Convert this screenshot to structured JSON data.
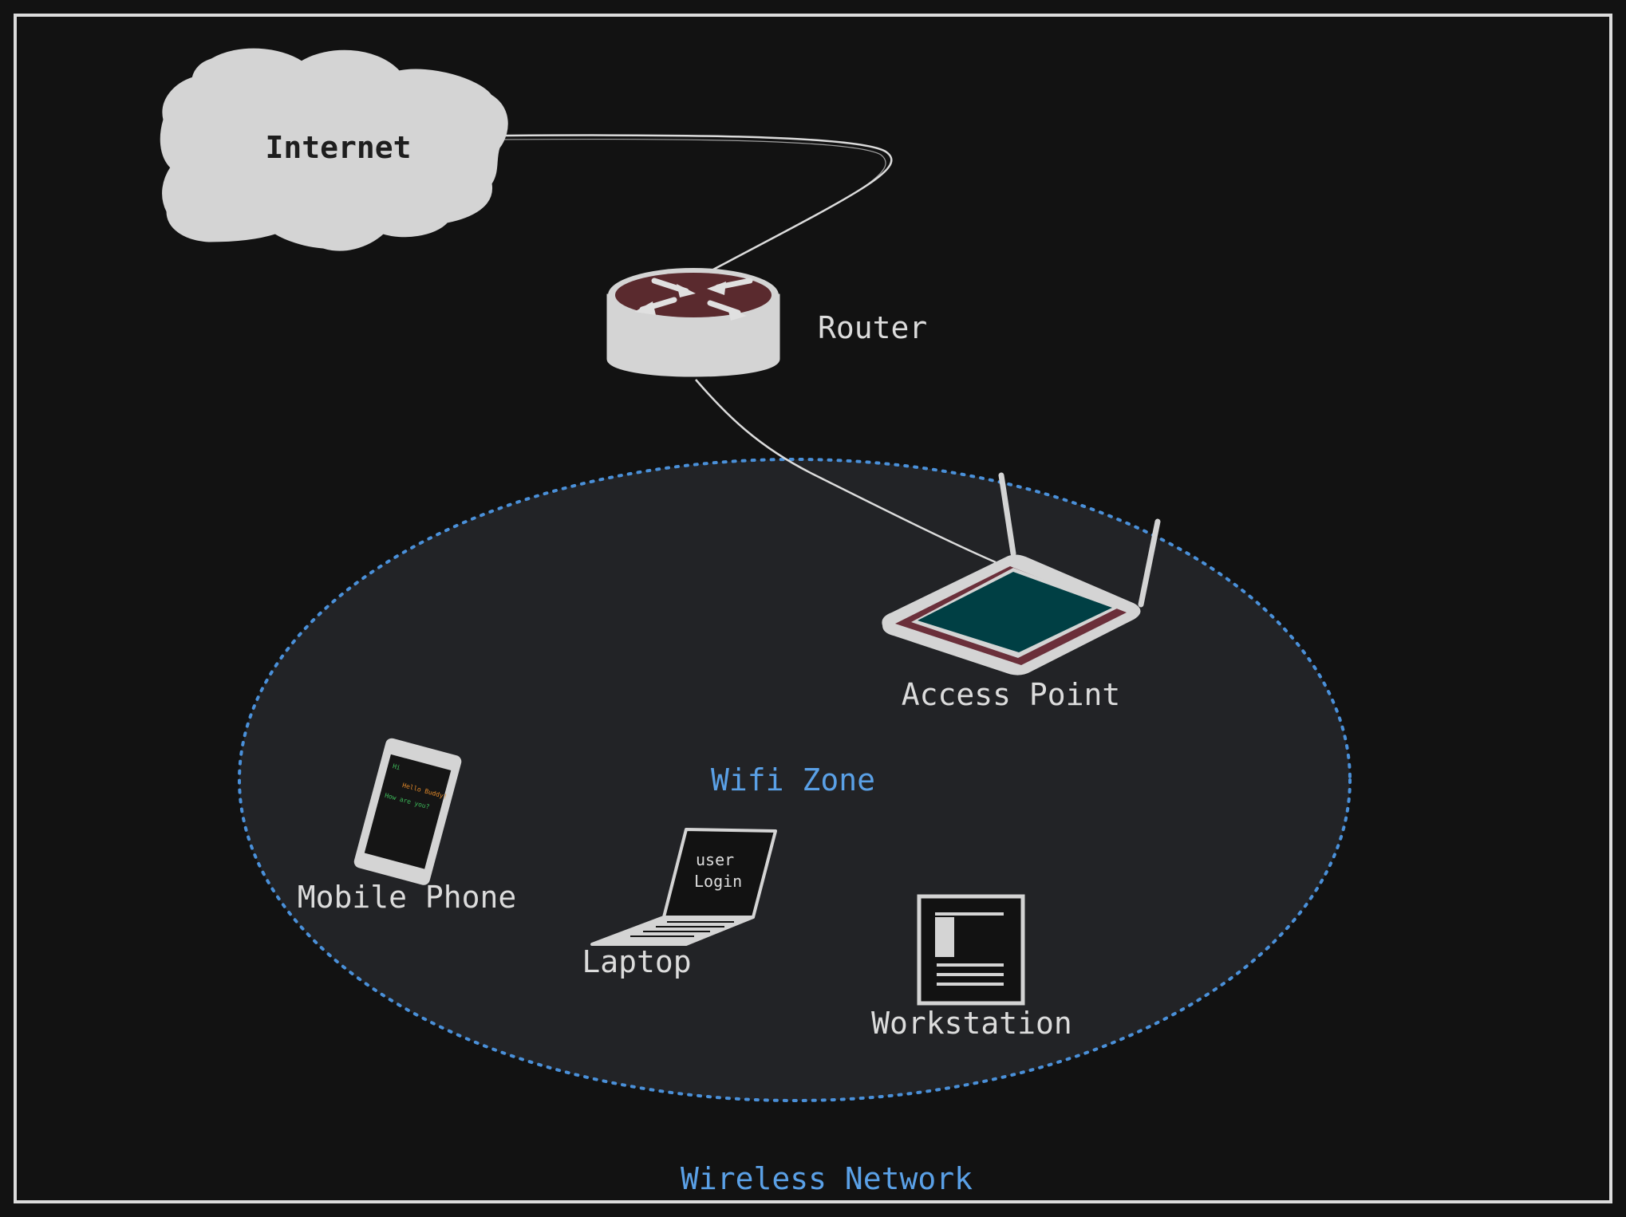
{
  "colors": {
    "background": "#121212",
    "frame": "#dcdcdc",
    "zone_fill": "#222326",
    "zone_border": "#4a90d9",
    "accent_blue": "#5aa0e6",
    "device_gray": "#d4d4d4",
    "router_top": "#5a2a2e",
    "ap_screen": "#003f44",
    "ap_border": "#6b2f3a",
    "phone_screen": "#151515"
  },
  "labels": {
    "internet": "Internet",
    "router": "Router",
    "access_point": "Access Point",
    "wifi_zone": "Wifi Zone",
    "mobile_phone": "Mobile Phone",
    "laptop": "Laptop",
    "workstation": "Workstation",
    "wireless_network": "Wireless Network"
  },
  "laptop_screen": {
    "line1": "user",
    "line2": "Login"
  },
  "phone_screen": {
    "line1": "Hi",
    "line2": "Hello Buddy!",
    "line3": "How are you?"
  },
  "icons": {
    "internet": "cloud-icon",
    "router": "router-icon",
    "access_point": "access-point-icon",
    "mobile_phone": "mobile-phone-icon",
    "laptop": "laptop-icon",
    "workstation": "workstation-icon"
  }
}
